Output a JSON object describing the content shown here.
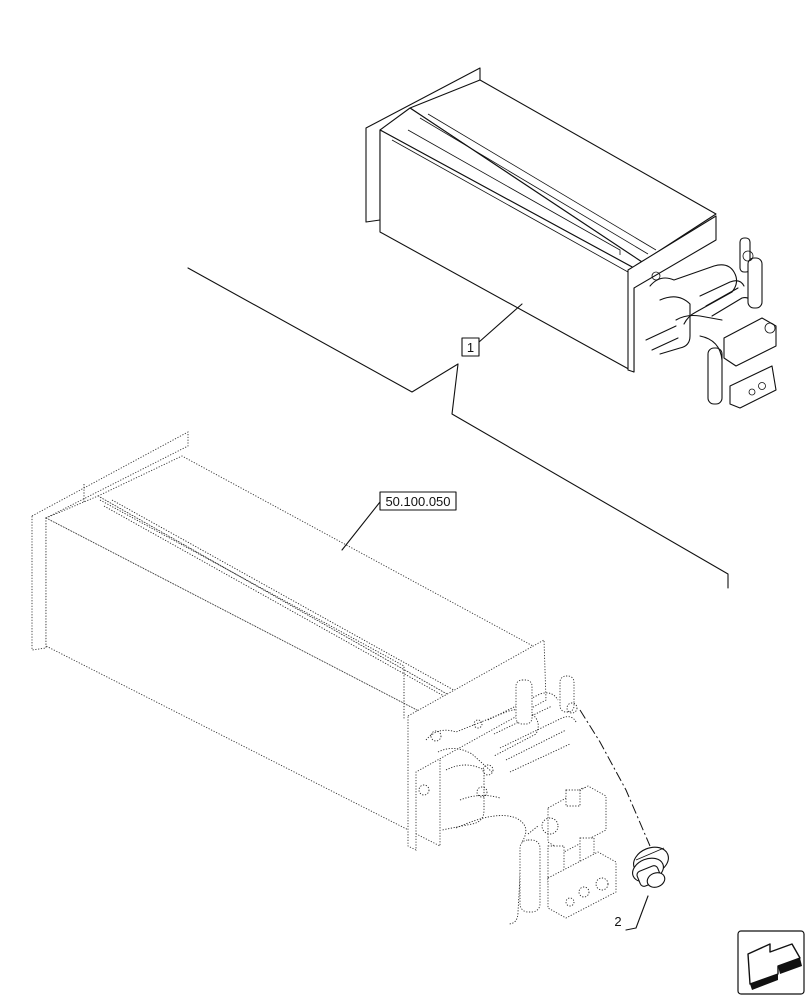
{
  "callouts": {
    "item1": "1",
    "item2": "2",
    "reference": "50.100.050"
  },
  "icons": {
    "navigation": "back-arrow-icon"
  }
}
